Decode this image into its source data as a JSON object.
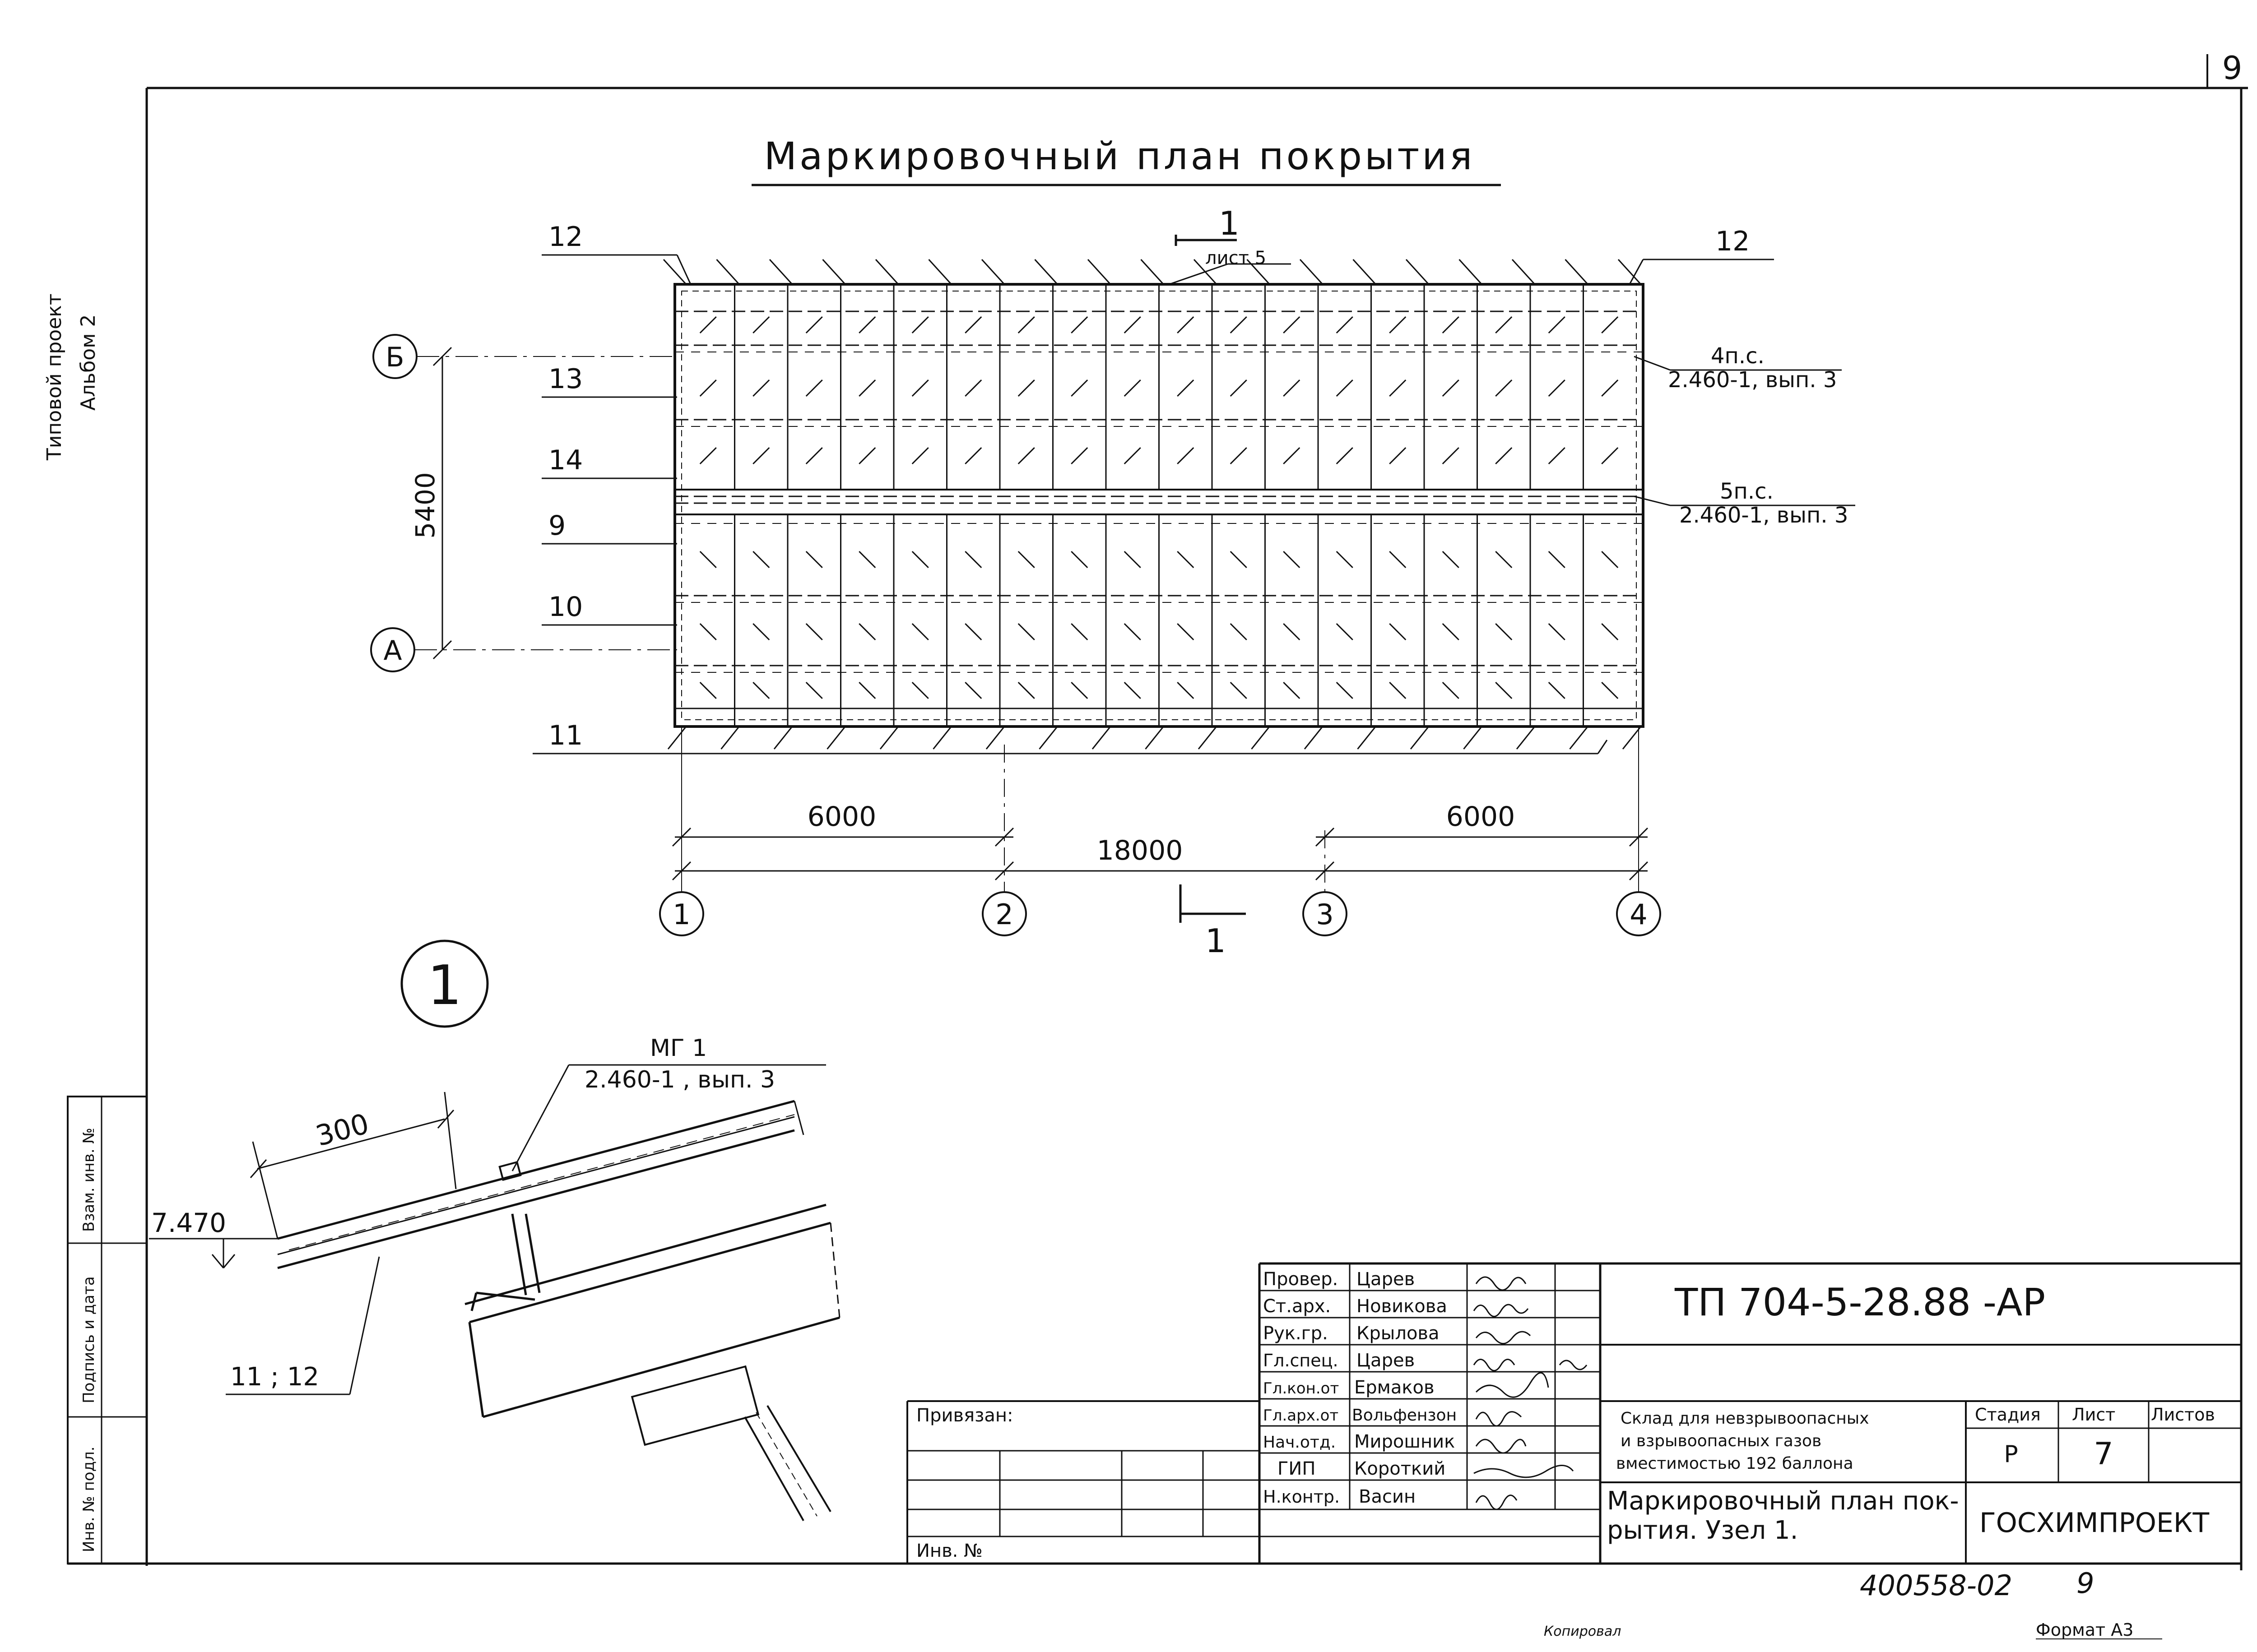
{
  "sheet": {
    "page_number": "9",
    "side_labels": [
      "Типовой проект",
      "Альбом 2"
    ],
    "bottom_left_stamp": "Инв. № подл.",
    "left_stamp": {
      "cells": [
        "Инв. № подл.",
        "Подпись и дата",
        "Взам. инв. №"
      ]
    }
  },
  "plan": {
    "title": "Маркировочный план покрытия",
    "section_top": {
      "number": "1",
      "sheet_ref": "лист 5"
    },
    "section_bottom": {
      "number": "1"
    },
    "row_marks_left": [
      "12",
      "13",
      "14",
      "9",
      "10",
      "11"
    ],
    "row_mark_right_top": "12",
    "axes_letters": [
      "Б",
      "А"
    ],
    "axes_numbers": [
      "1",
      "2",
      "3",
      "4"
    ],
    "dim_vertical": "5400",
    "dim_bay_left": "6000",
    "dim_bay_right": "6000",
    "dim_total": "18000",
    "callout_upper": {
      "count": "4п.с.",
      "ref": "2.460-1, вып. 3"
    },
    "callout_lower": {
      "count": "5п.с.",
      "ref": "2.460-1, вып. 3"
    }
  },
  "node": {
    "number": "1",
    "brace_mark": "МГ 1",
    "brace_ref": "2.460-1 , вып. 3",
    "dim_300": "300",
    "elevation": "7.470",
    "panel_marks": "11 ; 12"
  },
  "title_block": {
    "bound_label": "Привязан:",
    "inv_label": "Инв. №",
    "roles": [
      {
        "role": "Провер.",
        "name": "Царев"
      },
      {
        "role": "Ст.арх.",
        "name": "Новикова"
      },
      {
        "role": "Рук.гр.",
        "name": "Крылова"
      },
      {
        "role": "Гл.спец.",
        "name": "Царев"
      },
      {
        "role": "Гл.кон.от",
        "name": "Ермаков"
      },
      {
        "role": "Гл.арх.от",
        "name": "Вольфензон"
      },
      {
        "role": "Нач.отд.",
        "name": "Мирошник"
      },
      {
        "role": "ГИП",
        "name": "Короткий"
      },
      {
        "role": "Н.контр.",
        "name": "Васин"
      }
    ],
    "project_code": "ТП 704-5-28.88 -АР",
    "object_name": [
      "Склад для невзрывоопасных",
      "и взрывоопасных газов",
      "вместимостью 192 баллона"
    ],
    "sheet_name": [
      "Маркировочный план пок-",
      "рытия. Узел 1."
    ],
    "stage_label": "Стадия",
    "sheet_label": "Лист",
    "sheets_label": "Листов",
    "stage_value": "Р",
    "sheet_value": "7",
    "organization": "ГОСХИМПРОЕКТ"
  },
  "footer": {
    "archive_number": "400558-02",
    "archive_sheet": "9",
    "copied_label": "Копировал",
    "format_label": "Формат А3"
  }
}
